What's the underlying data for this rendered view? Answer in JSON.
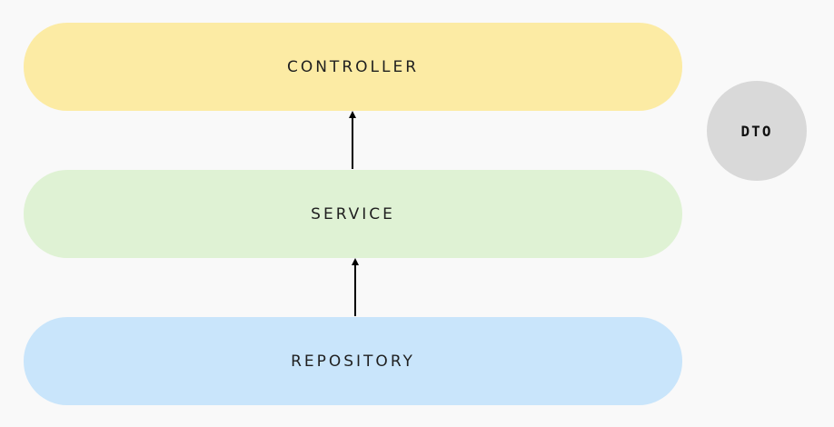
{
  "layers": {
    "controller": {
      "label": "CONTROLLER",
      "color": "#fcebA4"
    },
    "service": {
      "label": "SERVICE",
      "color": "#dff2d4"
    },
    "repository": {
      "label": "REPOSITORY",
      "color": "#c9e5fb"
    }
  },
  "dto": {
    "label": "DTO",
    "color": "#d9d9d9"
  },
  "arrows": [
    {
      "from": "service",
      "to": "controller"
    },
    {
      "from": "repository",
      "to": "service"
    }
  ]
}
